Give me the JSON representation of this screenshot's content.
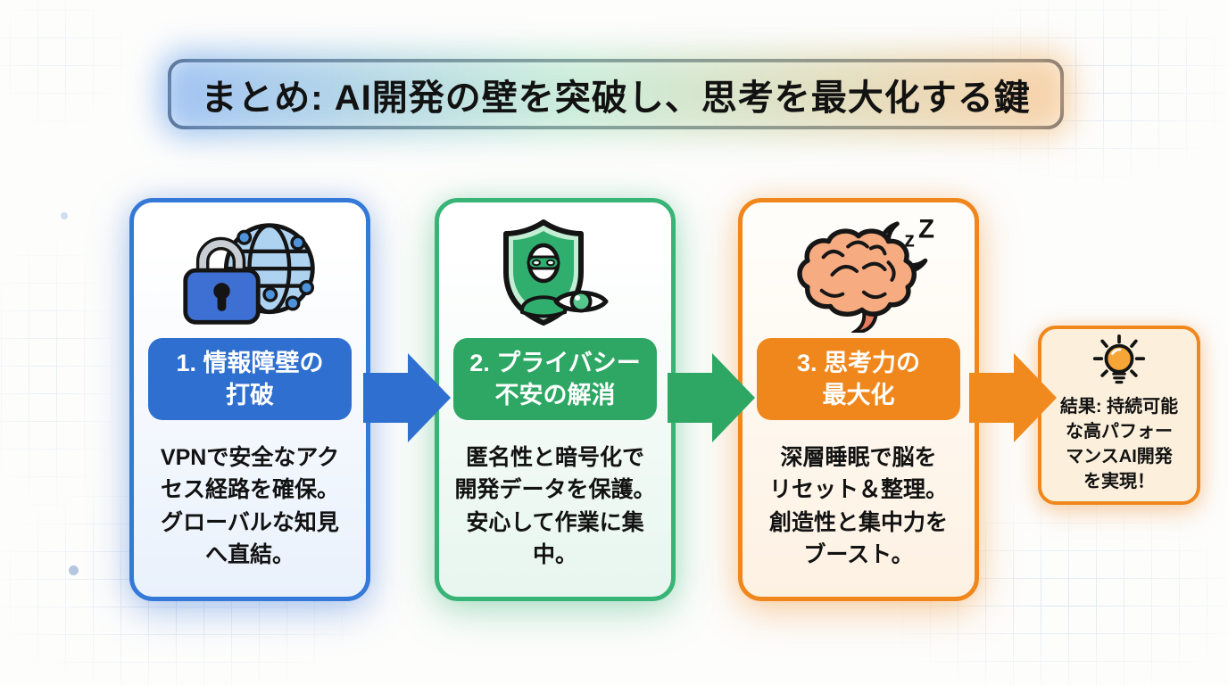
{
  "title": {
    "text": "まとめ: AI開発の壁を突破し、思考を最大化する鍵"
  },
  "cards": [
    {
      "id": "info-barrier",
      "icon": "lock-globe-icon",
      "accent": "#2f6fd0",
      "badge": "1. 情報障壁の\n打破",
      "body": "VPNで安全なアク\nセス経路を確保。\nグローバルな知見\nへ直結。"
    },
    {
      "id": "privacy-relief",
      "icon": "shield-anonymous-eye-icon",
      "accent": "#2da763",
      "badge": "2. プライバシー\n不安の解消",
      "body": "匿名性と暗号化で\n開発データを保護。\n安心して作業に集\n中。"
    },
    {
      "id": "thinking-power",
      "icon": "brain-sleep-icon",
      "accent": "#f0871d",
      "badge": "3. 思考力の\n最大化",
      "body": "深層睡眠で脳を\nリセット＆整理。\n創造性と集中力を\nブースト。",
      "sleep_z": {
        "small": "z",
        "big": "Z"
      }
    }
  ],
  "result": {
    "icon": "lightbulb-icon",
    "text": "結果: 持続可能\nな高パフォー\nマンスAI開発\nを実現！"
  },
  "colors": {
    "banner_border": "#2f3e52",
    "blue_accent": "#2f6fd0",
    "green_accent": "#2da763",
    "orange_accent": "#f0871d",
    "card1_bg": "#e9f1fc",
    "card2_bg": "#e7f6ee",
    "card3_bg": "#fdf1e2",
    "result_bg": "#fcf0dc",
    "text": "#121212"
  }
}
